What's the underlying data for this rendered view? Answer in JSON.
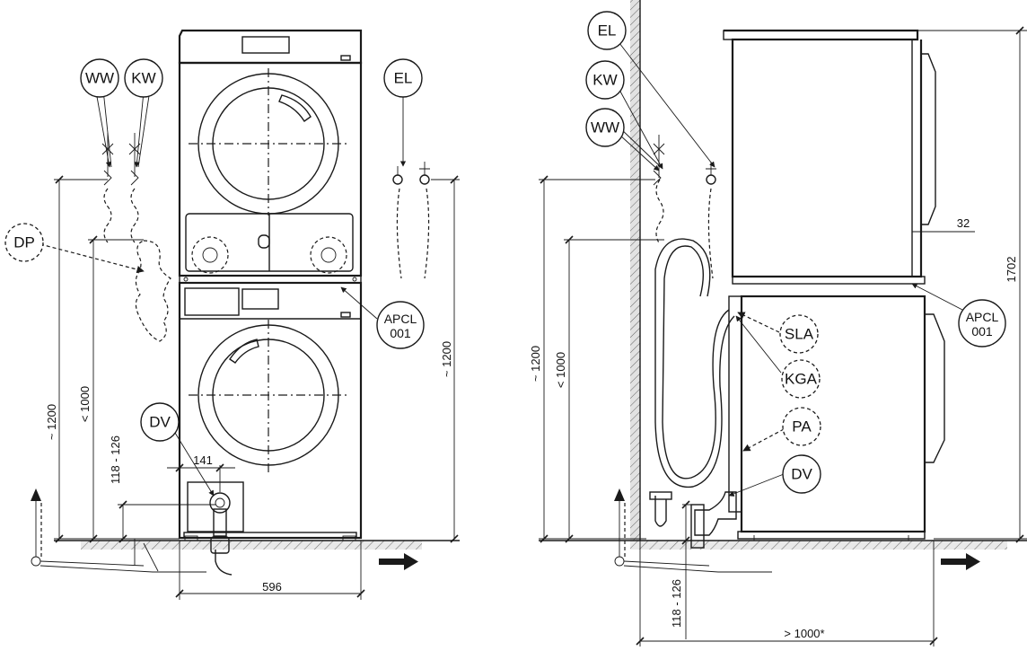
{
  "labels": {
    "ww": "WW",
    "kw": "KW",
    "el": "EL",
    "dp": "DP",
    "dv": "DV",
    "apcl_line1": "APCL",
    "apcl_line2": "001",
    "sla": "SLA",
    "kga": "KGA",
    "pa": "PA"
  },
  "dimensions": {
    "height_1200": "~ 1200",
    "height_lt1000": "< 1000",
    "height_118_126": "118 - 126",
    "width_596": "596",
    "offset_141": "141",
    "depth_32": "32",
    "height_1702": "1702",
    "clearance_gt1000": "> 1000*"
  }
}
